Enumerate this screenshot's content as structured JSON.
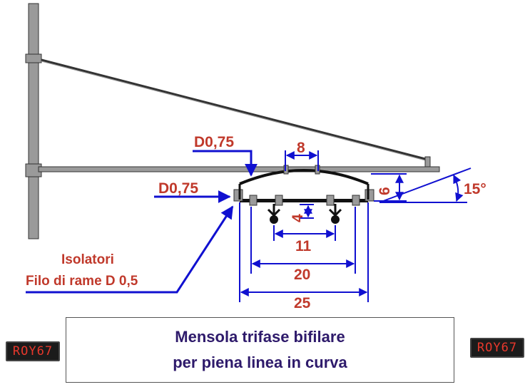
{
  "labels": {
    "d_upper": "D0,75",
    "d_lower": "D0,75",
    "dim_8": "8",
    "dim_6": "6",
    "dim_4": "4",
    "dim_11": "11",
    "dim_20": "20",
    "dim_25": "25",
    "angle": "15°",
    "insulators": "Isolatori",
    "copper_wire": "Filo di rame D 0,5"
  },
  "title": {
    "line1": "Mensola trifase bifilare",
    "line2": "per piena linea in curva"
  },
  "badges": {
    "left": "ROY67",
    "right": "ROY67"
  },
  "colors": {
    "dimension": "#1010d0",
    "label": "#c0392b",
    "structure": "#8a8a8a",
    "title": "#2e1a6b"
  }
}
